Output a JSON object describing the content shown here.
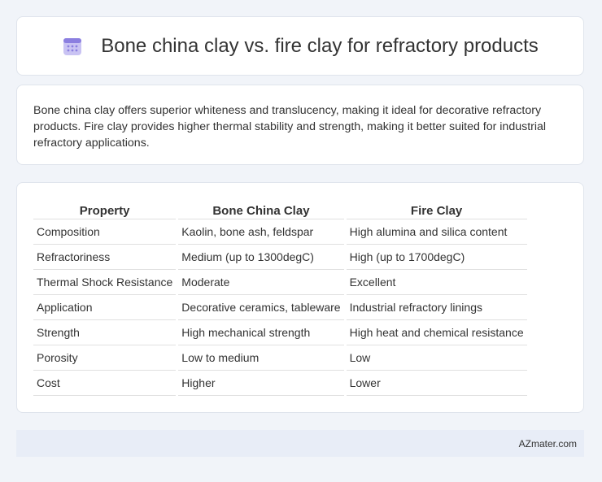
{
  "header": {
    "title": "Bone china clay vs. fire clay for refractory products",
    "icon": "calendar-icon",
    "icon_color": "#8b7fe0"
  },
  "summary": {
    "text": "Bone china clay offers superior whiteness and translucency, making it ideal for decorative refractory products. Fire clay provides higher thermal stability and strength, making it better suited for industrial refractory applications."
  },
  "table": {
    "headers": [
      "Property",
      "Bone China Clay",
      "Fire Clay"
    ],
    "rows": [
      [
        "Composition",
        "Kaolin, bone ash, feldspar",
        "High alumina and silica content"
      ],
      [
        "Refractoriness",
        "Medium (up to 1300degC)",
        "High (up to 1700degC)"
      ],
      [
        "Thermal Shock Resistance",
        "Moderate",
        "Excellent"
      ],
      [
        "Application",
        "Decorative ceramics, tableware",
        "Industrial refractory linings"
      ],
      [
        "Strength",
        "High mechanical strength",
        "High heat and chemical resistance"
      ],
      [
        "Porosity",
        "Low to medium",
        "Low"
      ],
      [
        "Cost",
        "Higher",
        "Lower"
      ]
    ]
  },
  "footer": {
    "brand": "AZmater.com"
  }
}
